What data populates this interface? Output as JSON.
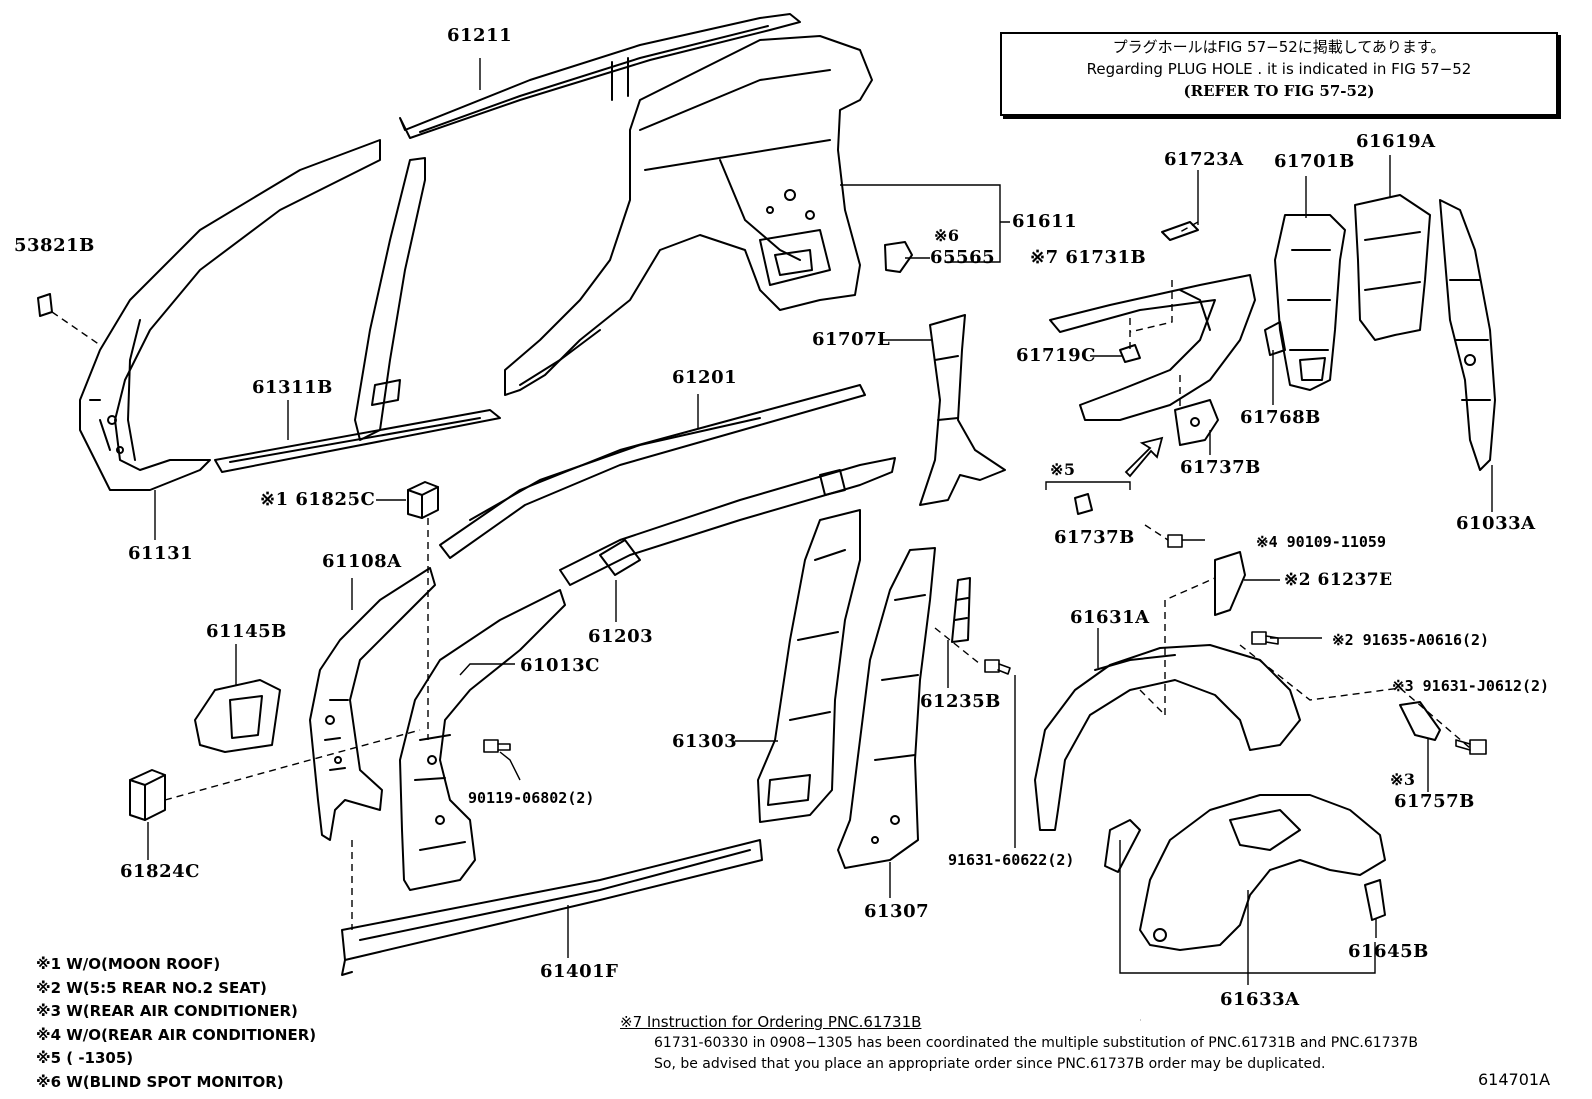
{
  "note_box": {
    "line1": "プラグホールはFIG 57−52に掲載してあります。",
    "line2": "Regarding  PLUG  HOLE . it is indicated in FIG  57−52",
    "line3": "(REFER TO FIG 57-52)"
  },
  "labels": {
    "p61211": "61211",
    "p53821B": "53821B",
    "p61131": "61131",
    "p61311B": "61311B",
    "p61201": "61201",
    "p61611": "61611",
    "m6a": "※6",
    "p65565": "65565",
    "p61825C": "※1 61825C",
    "p61108A": "61108A",
    "p61145B": "61145B",
    "p61824C": "61824C",
    "p61203": "61203",
    "p61013C": "61013C",
    "p90119": "90119-06802(2)",
    "p61303": "61303",
    "p61401F": "61401F",
    "p61307": "61307",
    "p61235B": "61235B",
    "p91631_60622": "91631-60622(2)",
    "p61707L": "61707L",
    "p61731B": "※7 61731B",
    "p61719C": "61719C",
    "p61723A": "61723A",
    "p61737B_top": "61737B",
    "p61701B": "61701B",
    "p61768B": "61768B",
    "p61619A": "61619A",
    "p61033A": "61033A",
    "m5": "※5",
    "p61737B_bot": "61737B",
    "p90109": "※4  90109-11059",
    "p61237E": "※2  61237E",
    "p91635": "※2  91635-A0616(2)",
    "p61631A": "61631A",
    "p91631_J0612": "※3  91631-J0612(2)",
    "m3": "※3",
    "p61757B": "61757B",
    "p61633A": "61633A",
    "p61645B": "61645B"
  },
  "legend": [
    "※1 W/O(MOON ROOF)",
    "※2 W(5:5 REAR NO.2 SEAT)",
    "※3 W(REAR AIR CONDITIONER)",
    "※4 W/O(REAR AIR CONDITIONER)",
    "※5 (        -1305)",
    "※6 W(BLIND SPOT MONITOR)"
  ],
  "instruction": {
    "head": "※7 Instruction for Ordering PNC.61731B",
    "line1": "61731-60330 in 0908−1305 has been coordinated the multiple substitution of PNC.61731B and PNC.61737B",
    "line2": "So, be advised that you place an appropriate order since PNC.61737B order may be duplicated."
  },
  "figure_number": "614701A"
}
